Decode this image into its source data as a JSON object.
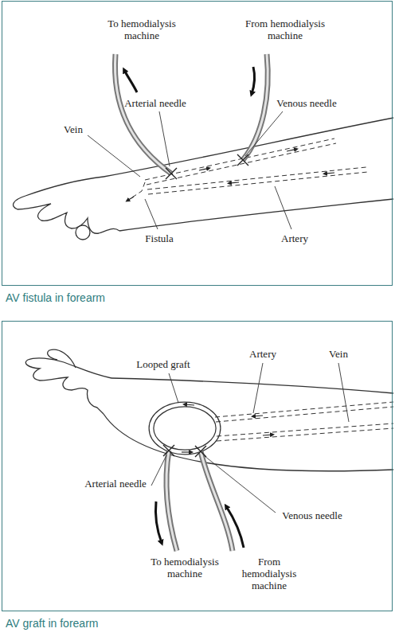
{
  "diagram": {
    "nodes": [
      {
        "text": [
          "AV fistula in forearm"
        ]
      },
      {
        "text": [
          "AV graft in forearm"
        ]
      }
    ],
    "labels": [
      "To hemodialysis machine",
      "From hemodialysis machine",
      "Arterial needle",
      "Venous needle",
      "Vein",
      "Fistula",
      "Artery",
      "Artery",
      "Vein",
      "Looped graft",
      "Arterial needle",
      "Venous needle",
      "To hemodialysis machine",
      "From hemodialysis machine"
    ]
  }
}
